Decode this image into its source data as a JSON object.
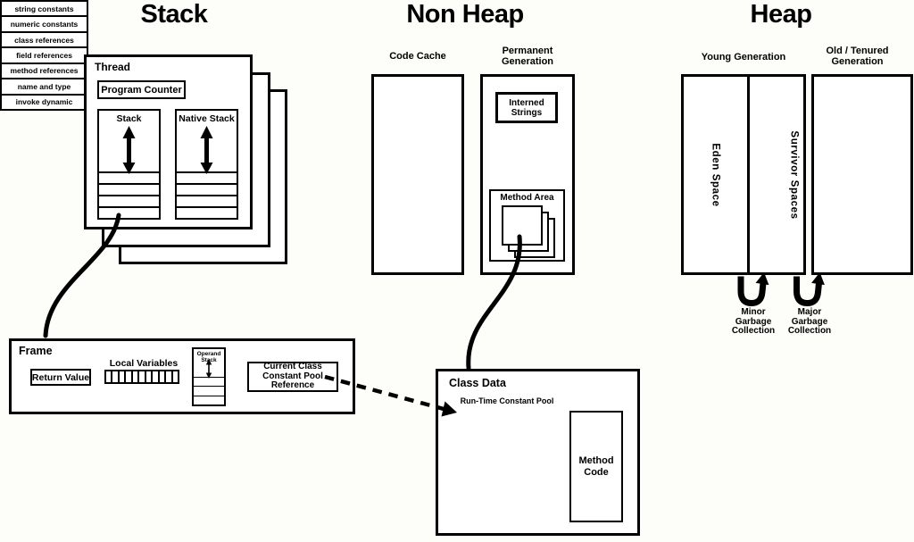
{
  "titles": {
    "stack": "Stack",
    "non_heap": "Non Heap",
    "heap": "Heap"
  },
  "thread": {
    "label": "Thread",
    "program_counter": "Program Counter",
    "stack": "Stack",
    "native_stack": "Native Stack",
    "frame_rows": 4
  },
  "frame": {
    "label": "Frame",
    "return_value": "Return Value",
    "local_variables": "Local Variables",
    "local_variable_slots": 11,
    "operand_stack": "Operand Stack",
    "operand_rows": 3,
    "constant_pool_reference": "Current Class Constant Pool Reference"
  },
  "non_heap": {
    "code_cache": "Code Cache",
    "permanent_generation": "Permanent Generation",
    "interned_strings": "Interned Strings",
    "method_area": "Method Area"
  },
  "heap": {
    "young_generation": "Young Generation",
    "old_tenured_generation": "Old / Tenured Generation",
    "eden_space": "Eden Space",
    "survivor_spaces": "Survivor Spaces",
    "minor_gc": "Minor Garbage Collection",
    "major_gc": "Major Garbage Collection"
  },
  "class_data": {
    "label": "Class Data",
    "runtime_constant_pool": "Run-Time Constant Pool",
    "pool_rows": [
      "string constants",
      "numeric constants",
      "class references",
      "field references",
      "method references",
      "name and type",
      "invoke dynamic"
    ],
    "method_code": "Method Code"
  },
  "colors": {
    "ink": "#000000",
    "background": "#ffffff"
  }
}
